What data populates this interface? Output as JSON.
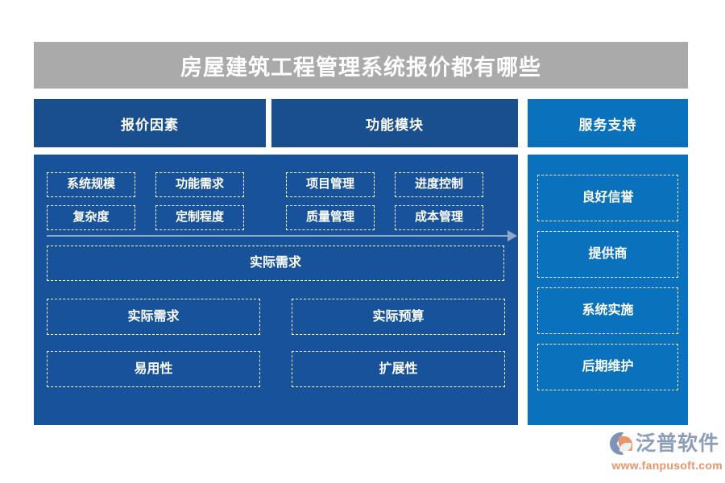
{
  "title": "房屋建筑工程管理系统报价都有哪些",
  "colors": {
    "banner": "#aaaaaa",
    "tab_dark": "#1a4f8f",
    "tab_light": "#0a72bd",
    "panel_left": "#17529b",
    "panel_right": "#0a72bd",
    "box_border": "#ffffff",
    "arrow": "#8fa8c8",
    "logo_text": "#8c9cbb",
    "logo_accent": "#e8956a"
  },
  "tabs": [
    {
      "label": "报价因素"
    },
    {
      "label": "功能模块"
    },
    {
      "label": "服务支持"
    }
  ],
  "left_panel": {
    "chips": [
      {
        "label": "系统规模"
      },
      {
        "label": "功能需求"
      },
      {
        "label": "项目管理"
      },
      {
        "label": "进度控制"
      },
      {
        "label": "复杂度"
      },
      {
        "label": "定制程度"
      },
      {
        "label": "质量管理"
      },
      {
        "label": "成本管理"
      }
    ],
    "wide_box": {
      "label": "实际需求"
    },
    "pairs": [
      {
        "left": "实际需求",
        "right": "实际预算"
      },
      {
        "left": "易用性",
        "right": "扩展性"
      }
    ]
  },
  "right_panel": {
    "boxes": [
      {
        "label": "良好信誉"
      },
      {
        "label": "提供商"
      },
      {
        "label": "系统实施"
      },
      {
        "label": "后期维护"
      }
    ]
  },
  "logo": {
    "name": "泛普软件",
    "url": "www.fanpusoft.com"
  }
}
